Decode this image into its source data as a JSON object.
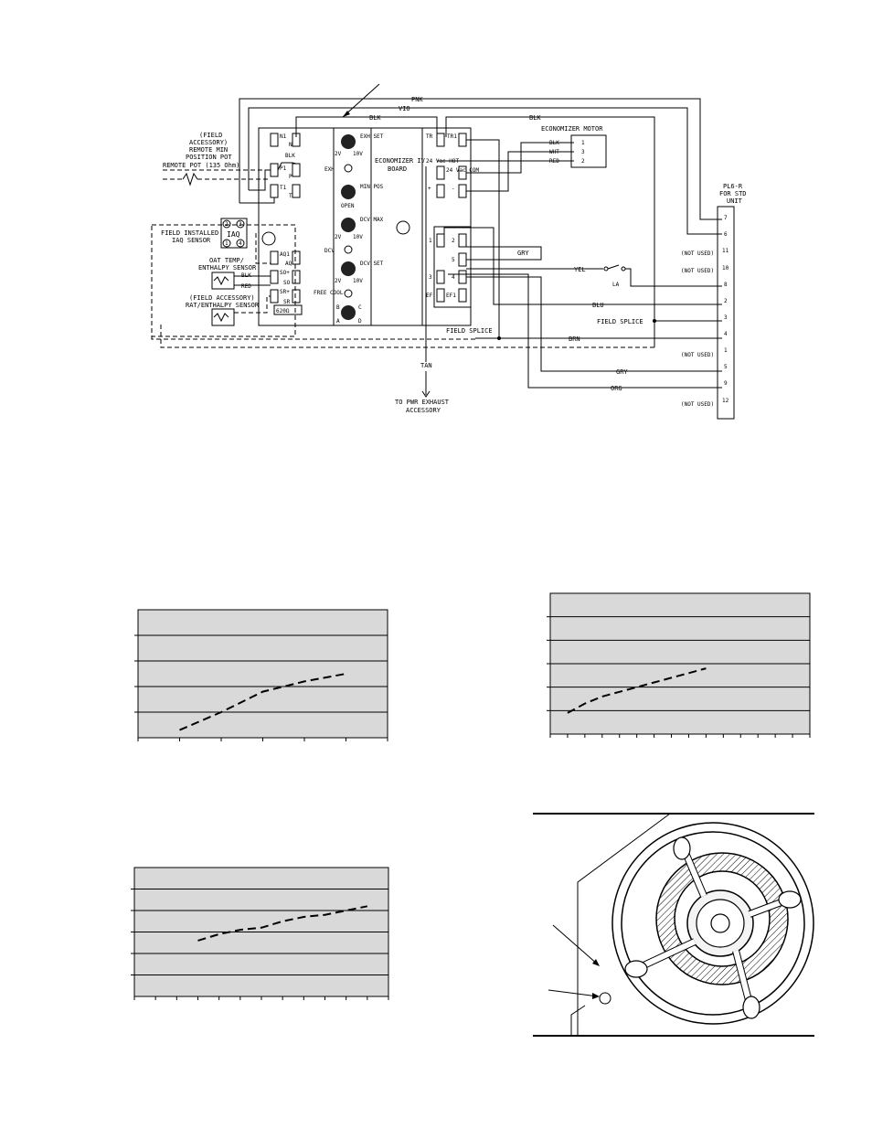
{
  "wiring": {
    "top_wires": [
      "PNK",
      "VIO",
      "BLK",
      "BLK"
    ],
    "field_pot": {
      "line1": "(FIELD",
      "line2": "ACCESSORY)",
      "line3": "REMOTE MIN",
      "line4": "POSITION POT",
      "line5": "REMOTE POT (135 Ohm)"
    },
    "board_left_terminals": [
      "N1",
      "N",
      "P1",
      "P",
      "T1",
      "T"
    ],
    "board_left_wire": "BLK",
    "iaq": {
      "line1": "FIELD INSTALLED",
      "line2": "IAQ SENSOR",
      "label": "IAQ",
      "pins": [
        "2",
        "3",
        "1",
        "4"
      ]
    },
    "oat": {
      "line1": "OAT TEMP/",
      "line2": "ENTHALPY SENSOR",
      "wires": [
        "BLK",
        "RED"
      ]
    },
    "rat": {
      "line1": "(FIELD ACCESSORY)",
      "line2": "RAT/ENTHALPY SENSOR"
    },
    "board_lower_terminals": [
      "AQ1",
      "AQ",
      "SO+",
      "SO",
      "SR+",
      "SR"
    ],
    "resistor": "620Ω",
    "pots": [
      {
        "name": "EXH SET",
        "low": "2V",
        "high": "10V",
        "led": "EXH"
      },
      {
        "name": "MIN POS",
        "low": "",
        "high": "",
        "led": "OPEN"
      },
      {
        "name": "DCV MAX",
        "low": "2V",
        "high": "10V",
        "led": "DCV"
      },
      {
        "name": "DCV SET",
        "low": "2V",
        "high": "10V",
        "led": "FREE COOL"
      }
    ],
    "abcd": [
      "B",
      "C",
      "A",
      "D"
    ],
    "board_title_l1": "ECONOMIZER IV",
    "board_title_l2": "BOARD",
    "board_right_terminals": [
      "TR",
      "TR1",
      "24 Vac HOT",
      "24 Vac COM",
      "+",
      "-",
      "1",
      "2",
      "5",
      "3",
      "4",
      "EF",
      "EF1"
    ],
    "motor": {
      "title": "ECONOMIZER MOTOR",
      "wires": [
        "BLK",
        "WHT",
        "RED"
      ],
      "pins": [
        "1",
        "3",
        "2"
      ]
    },
    "plug": {
      "line1": "PL6-R",
      "line2": "FOR STD",
      "line3": "UNIT"
    },
    "plug_pins": [
      "7",
      "6",
      "11",
      "10",
      "8",
      "2",
      "3",
      "4",
      "1",
      "5",
      "9",
      "12"
    ],
    "not_used": "(NOT USED)",
    "right_wires": [
      "GRY",
      "YEL",
      "LA",
      "BLU",
      "FIELD SPLICE",
      "BRN",
      "GRY",
      "ORG"
    ],
    "field_splice": "FIELD SPLICE",
    "tan": "TAN",
    "pwr_exhaust_l1": "TO PWR EXHAUST",
    "pwr_exhaust_l2": "ACCESSORY"
  },
  "chart_data": [
    {
      "type": "line",
      "x": [
        1,
        2,
        3,
        4,
        5
      ],
      "y": [
        0.3,
        1.0,
        1.8,
        2.2,
        2.5
      ],
      "ylim": [
        0,
        5
      ],
      "xlim": [
        0,
        6
      ]
    },
    {
      "type": "line",
      "x": [
        1,
        2,
        3,
        4,
        5,
        6,
        7,
        8,
        9
      ],
      "y": [
        0.9,
        1.3,
        1.6,
        1.8,
        2.0,
        2.2,
        2.4,
        2.6,
        2.8
      ],
      "ylim": [
        0,
        6
      ],
      "xlim": [
        0,
        15
      ]
    },
    {
      "type": "line",
      "x": [
        3,
        4,
        5,
        6,
        7,
        8,
        9,
        10,
        11
      ],
      "y": [
        2.6,
        2.9,
        3.1,
        3.2,
        3.5,
        3.7,
        3.8,
        4.0,
        4.2
      ],
      "ylim": [
        0,
        6
      ],
      "xlim": [
        0,
        12
      ]
    }
  ]
}
